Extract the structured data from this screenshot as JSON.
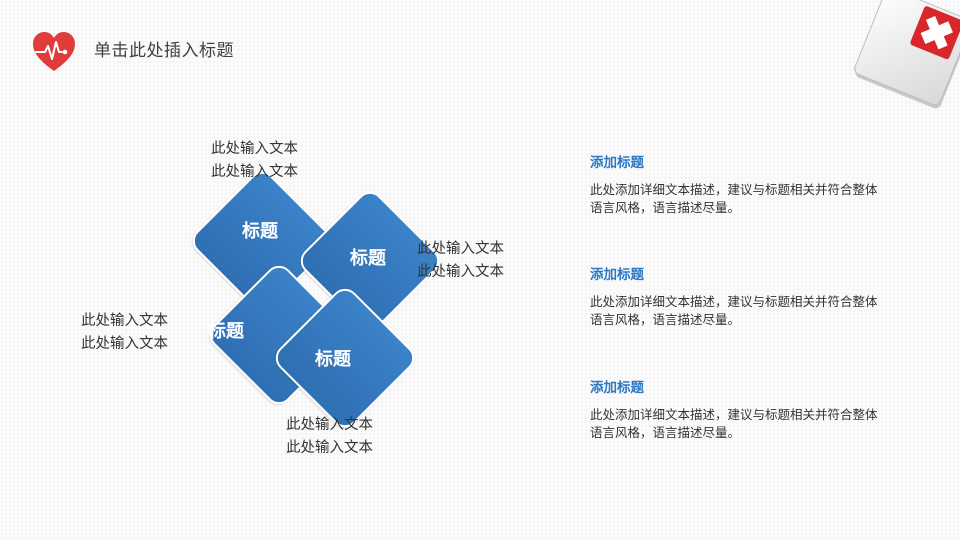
{
  "header": {
    "title": "单击此处插入标题"
  },
  "icons": {
    "logo": "heart-pulse-icon",
    "decoration": "first-aid-kit-icon"
  },
  "colors": {
    "accent": "#2f78c4",
    "diamond": "#3478c2",
    "heart": "#e03c3c",
    "cross": "#d9262a"
  },
  "diagram": {
    "diamonds": [
      {
        "label": "标题"
      },
      {
        "label": "标题"
      },
      {
        "label": "标题"
      },
      {
        "label": "标题"
      }
    ],
    "callouts": [
      {
        "line1": "此处输入文本",
        "line2": "此处输入文本"
      },
      {
        "line1": "此处输入文本",
        "line2": "此处输入文本"
      },
      {
        "line1": "此处输入文本",
        "line2": "此处输入文本"
      },
      {
        "line1": "此处输入文本",
        "line2": "此处输入文本"
      }
    ]
  },
  "info": [
    {
      "title": "添加标题",
      "body": "此处添加详细文本描述，建议与标题相关并符合整体语言风格，语言描述尽量。"
    },
    {
      "title": "添加标题",
      "body": "此处添加详细文本描述，建议与标题相关并符合整体语言风格，语言描述尽量。"
    },
    {
      "title": "添加标题",
      "body": "此处添加详细文本描述，建议与标题相关并符合整体语言风格，语言描述尽量。"
    }
  ]
}
